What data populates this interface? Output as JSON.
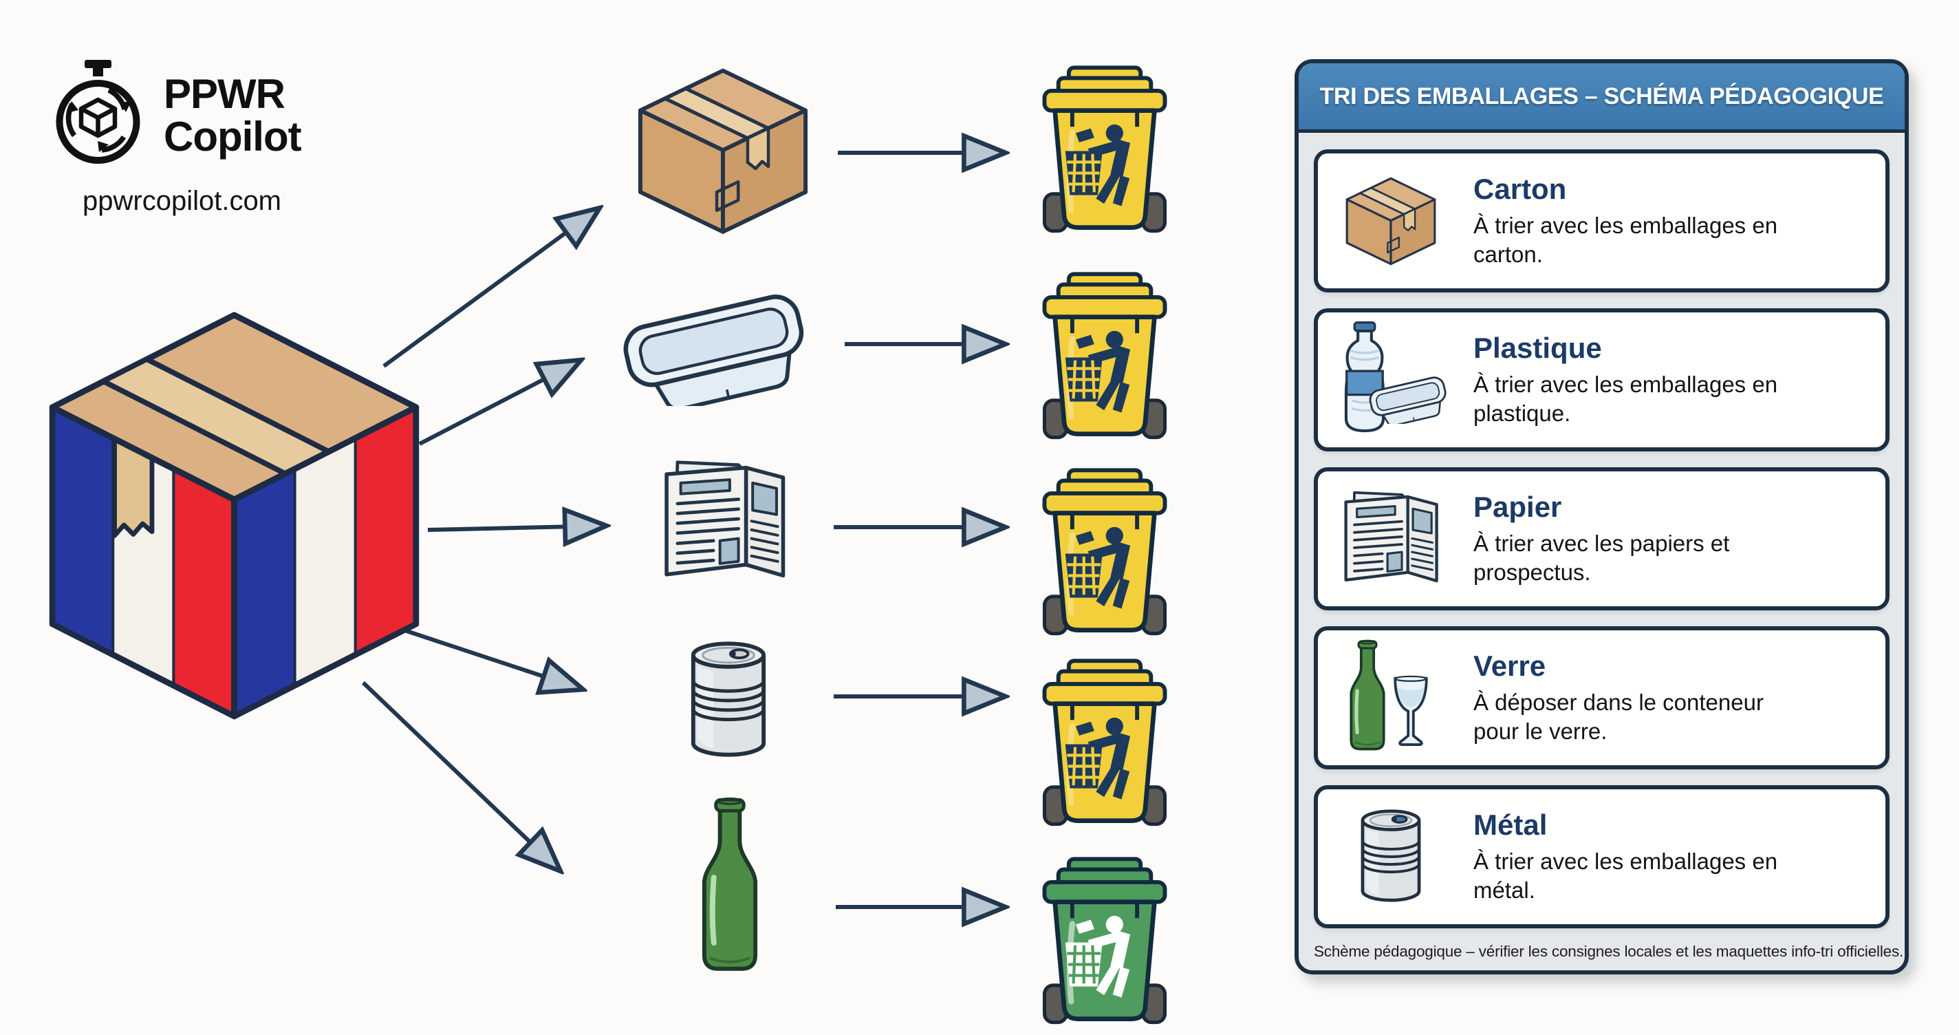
{
  "brand": {
    "line1": "PPWR",
    "line2": "Copilot",
    "website": "ppwrcopilot.com",
    "logo_icon": "stopwatch-recycle-cube-icon"
  },
  "panel": {
    "title": "TRI DES EMBALLAGES – SCHÉMA PÉDAGOGIQUE",
    "entries": [
      {
        "label": "Carton",
        "description": "À trier avec les emballages en carton.",
        "icon": "cardboard-box-icon"
      },
      {
        "label": "Plastique",
        "description": "À trier avec les emballages en plastique.",
        "icon": "plastic-bottle-and-tray-icon"
      },
      {
        "label": "Papier",
        "description": "À trier avec les papiers et prospectus.",
        "icon": "papers-and-leaflet-icon"
      },
      {
        "label": "Verre",
        "description": "À déposer dans le conteneur pour le verre.",
        "icon": "glass-bottle-and-wineglass-icon"
      },
      {
        "label": "Métal",
        "description": "À trier avec les emballages en métal.",
        "icon": "metal-can-icon"
      }
    ],
    "footnote": "Schème pédagogique – vérifier les consignes locales et les maquettes info-tri officielles."
  },
  "flow": {
    "source_icon": "french-flag-parcel-icon",
    "rows": [
      {
        "item": "cardboard-box",
        "bin": "yellow"
      },
      {
        "item": "plastic-tray",
        "bin": "yellow"
      },
      {
        "item": "paper-leaflet",
        "bin": "yellow"
      },
      {
        "item": "metal-can",
        "bin": "yellow"
      },
      {
        "item": "glass-bottle",
        "bin": "green"
      }
    ]
  },
  "colors": {
    "header_blue": "#3E7CB4",
    "panel_bg": "#E4E8EA",
    "outline_navy": "#1C2F42",
    "bin_yellow": "#F2CF3B",
    "bin_green": "#4F9D5E",
    "flag_blue": "#2638A0",
    "flag_red": "#EA2630",
    "card_title_text": "#1C3A66"
  }
}
